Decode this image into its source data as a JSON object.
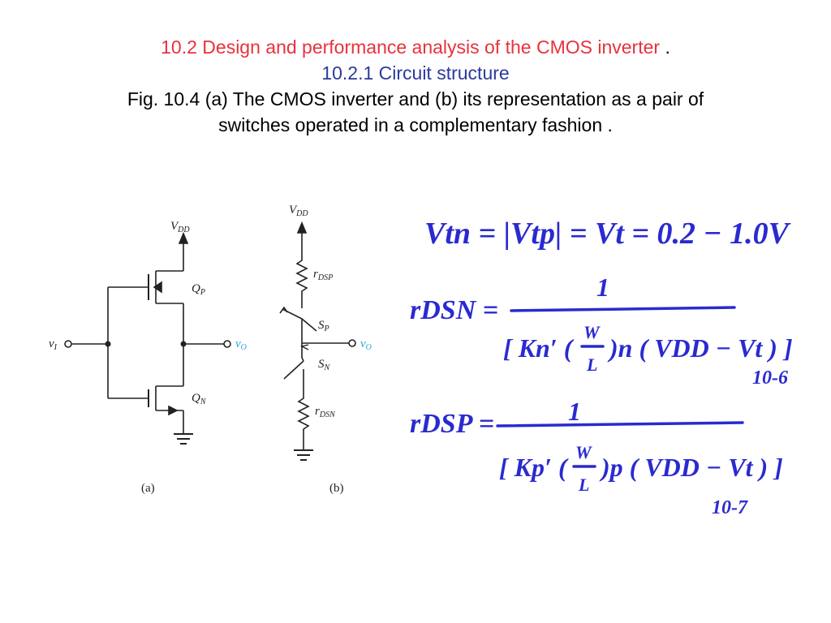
{
  "header": {
    "title": "10.2 Design and performance analysis of the CMOS inverter",
    "title_dot": ".",
    "subtitle": "10.2.1 Circuit structure",
    "caption_line1": "Fig. 10.4 (a) The CMOS inverter  and (b) its representation as a pair of",
    "caption_line2": "switches operated  in a complementary fashion ."
  },
  "circuit_a": {
    "vdd": "V",
    "vdd_sub": "DD",
    "qp": "Q",
    "qp_sub": "P",
    "qn": "Q",
    "qn_sub": "N",
    "vi": "v",
    "vi_sub": "I",
    "vo": "v",
    "vo_sub": "O",
    "label": "(a)"
  },
  "circuit_b": {
    "vdd": "V",
    "vdd_sub": "DD",
    "rdsp": "r",
    "rdsp_sub": "DSP",
    "sp": "S",
    "sp_sub": "P",
    "sn": "S",
    "sn_sub": "N",
    "rdsn": "r",
    "rdsn_sub": "DSN",
    "vo": "v",
    "vo_sub": "O",
    "label": "(b)"
  },
  "notes": {
    "line1": "Vtn = |Vtp| =  Vt = 0.2 − 1.0V",
    "rdsn_lhs": "rDSN =",
    "rdsn_num": "1",
    "rdsn_den_a": "[ Kn′ (",
    "rdsn_frac_num": "W",
    "rdsn_frac_den": "L",
    "rdsn_den_b": ")n  ( VDD − Vt ) ]",
    "rdsn_eqno": "10-6",
    "rdsp_lhs": "rDSP =",
    "rdsp_num": "1",
    "rdsp_den_a": "[ Kp′ (",
    "rdsp_frac_num": "W",
    "rdsp_frac_den": "L",
    "rdsp_den_b": ")p  ( VDD − Vt ) ]",
    "rdsp_eqno": "10-7"
  },
  "colors": {
    "title_red": "#e8323c",
    "subtitle_blue": "#2b3a9a",
    "ink_blue": "#2a2ad0",
    "vo_cyan": "#22a9d6"
  }
}
